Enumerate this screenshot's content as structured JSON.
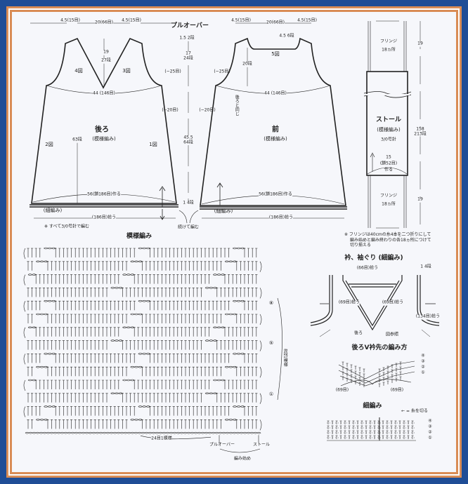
{
  "title": "プルオーバー",
  "note_all": "※ すべて3/0号針で編む",
  "back": {
    "label": "後ろ",
    "sub": "(模様編み)",
    "fig4": "4図",
    "fig3": "3図",
    "fig2": "2図",
    "fig1": "1図",
    "rows": "63段",
    "v_depth": "19",
    "v_rows": "27段",
    "width": "44 (146目)",
    "chain": "56(鎖186目)作る",
    "edge": "(細編み)",
    "pick": "(186目)拾う",
    "shoulder_l": "4.5(15目)",
    "neck": "20(66目)",
    "shoulder_r": "4.5(15目)",
    "dec_arm": "(−25目)",
    "dec_side": "(−20目)"
  },
  "center_dims": {
    "a": "1.5",
    "a_rows": "2段",
    "b": "17",
    "b_rows": "24段",
    "c": "45.5",
    "c_rows": "64段",
    "d": "1",
    "d_rows": "4段",
    "cont": "続けて編む"
  },
  "front": {
    "label": "前",
    "sub": "(模様編み)",
    "fig5": "5図",
    "neck_depth": "4.5",
    "neck_rows": "6段",
    "arm_rows": "20段",
    "same": "後ろと同じ",
    "width": "44 (146目)",
    "chain": "56(鎖186目)作る",
    "edge": "(細編み)",
    "pick": "(186目)拾う",
    "shoulder_l": "4.5(15目)",
    "neck": "20(66目)",
    "shoulder_r": "4.5(15目)",
    "dec_arm": "(−25目)",
    "dec_side": "(−20目)"
  },
  "stole": {
    "fringe_top": "フリンジ",
    "fringe_top_n": "18ヵ所",
    "fringe_len_top": "19",
    "label": "ストール",
    "sub": "(模様編み)",
    "hook": "3/0号針",
    "length": "158",
    "rows": "213段",
    "width": "15",
    "chain": "(鎖52目)",
    "make": "作る",
    "fringe_bot": "フリンジ",
    "fringe_bot_n": "18ヵ所",
    "fringe_len_bot": "19",
    "note": [
      "※ フリンジは40cmの糸4本を二つ折りにして",
      "編み始めと編み終わりの各18ヵ所につけて",
      "切り揃える"
    ]
  },
  "chart": {
    "title": "模様編み",
    "mark8": "⑧",
    "mark5": "⑤",
    "mark1": "①",
    "repeat_rows": "8段1模様",
    "repeat_sts": "24目1模様",
    "start_pull": "プルオーバー",
    "start_stole": "ストール",
    "start": "編み始め"
  },
  "collar": {
    "title": "衿、袖ぐり (細編み)",
    "pick_neck": "(66目)拾う",
    "rows_n": "1",
    "rows": "4段",
    "pick_v_l": "(69目)拾う",
    "pick_v_r": "(69目)拾う",
    "pick_arm": "(134目)拾う",
    "back": "後ろ",
    "see": "図参照"
  },
  "vneck": {
    "title": "後ろV衿先の編み方",
    "left": "(69目)",
    "right": "(69目)",
    "r4": "④",
    "r3": "③",
    "r2": "②",
    "r1": "①"
  },
  "sc": {
    "title": "細編み",
    "cut": "← = 糸を切る",
    "r4": "④",
    "r3": "③",
    "r2": "②",
    "r1": "①"
  },
  "colors": {
    "border": "#1f4d96",
    "trim": "#d98c55",
    "paper": "#f6f7fb",
    "ink": "#222222"
  }
}
